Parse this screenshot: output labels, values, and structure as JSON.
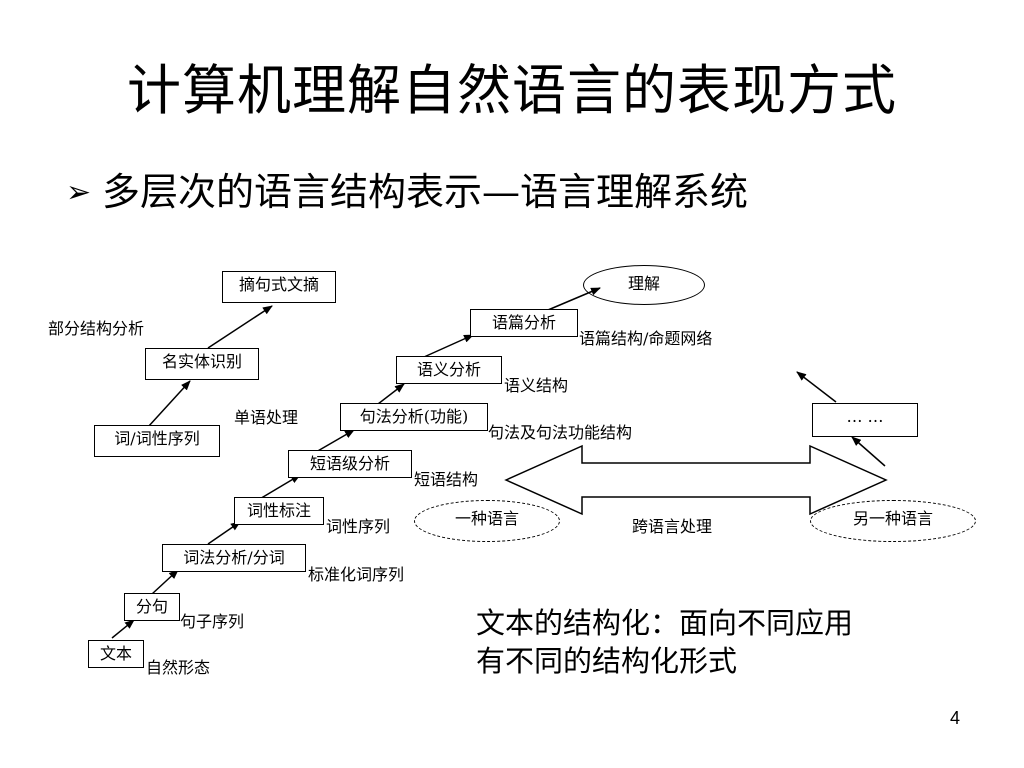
{
  "slide": {
    "title": "计算机理解自然语言的表现方式",
    "bullet": "多层次的语言结构表示—语言理解系统",
    "bullet_marker": "➢",
    "page_number": "4"
  },
  "diagram": {
    "left_stairs": {
      "boxes": [
        {
          "key": "summary",
          "text": "摘句式文摘"
        },
        {
          "key": "ner",
          "text": "名实体识别"
        },
        {
          "key": "word_seq",
          "text": "词/词性序列"
        }
      ],
      "labels": [
        {
          "key": "partial_parse",
          "text": "部分结构分析"
        },
        {
          "key": "word_proc",
          "text": "单语处理"
        }
      ]
    },
    "main_stairs": {
      "boxes": [
        {
          "key": "text",
          "text": "文本"
        },
        {
          "key": "sentence_split",
          "text": "分句"
        },
        {
          "key": "lexical",
          "text": "词法分析/分词"
        },
        {
          "key": "pos",
          "text": "词性标注"
        },
        {
          "key": "phrase",
          "text": "短语级分析"
        },
        {
          "key": "syntax",
          "text": "句法分析(功能)"
        },
        {
          "key": "semantic",
          "text": "语义分析"
        },
        {
          "key": "discourse",
          "text": "语篇分析"
        }
      ],
      "outputs": [
        {
          "key": "natural_form",
          "text": "自然形态"
        },
        {
          "key": "sentence_seq",
          "text": "句子序列"
        },
        {
          "key": "norm_word_seq",
          "text": "标准化词序列"
        },
        {
          "key": "pos_seq",
          "text": "词性序列"
        },
        {
          "key": "phrase_struct",
          "text": "短语结构"
        },
        {
          "key": "syntax_struct",
          "text": "句法及句法功能结构"
        },
        {
          "key": "semantic_struct",
          "text": "语义结构"
        },
        {
          "key": "discourse_struct",
          "text": "语篇结构/命题网络"
        }
      ],
      "top_goal": "理解"
    },
    "cross_lingual": {
      "language_a": "一种语言",
      "language_b": "另一种语言",
      "label": "跨语言处理",
      "ellipsis_box": "… …"
    },
    "conclusion": {
      "line1": "文本的结构化：面向不同应用",
      "line2": "有不同的结构化形式"
    }
  }
}
